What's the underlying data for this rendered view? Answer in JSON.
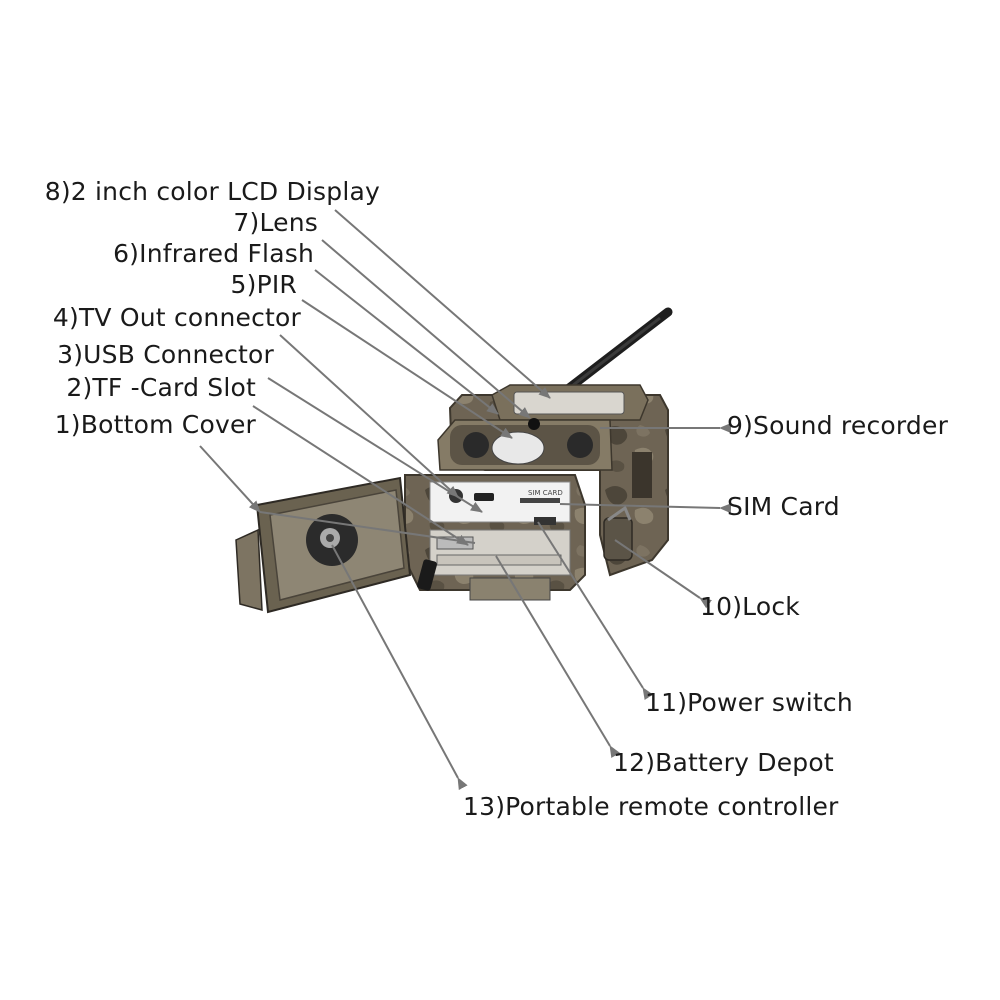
{
  "labels": {
    "lcd": "8)2 inch color LCD Display",
    "lens": "7)Lens",
    "ir_flash": "6)Infrared Flash",
    "pir": "5)PIR",
    "tv_out": "4)TV Out connector",
    "usb": "3)USB Connector",
    "tf_slot": "2)TF -Card Slot",
    "bottom_cover": "1)Bottom Cover",
    "sound": "9)Sound recorder",
    "sim": "SIM Card",
    "lock": "10)Lock",
    "power": "11)Power switch",
    "battery": "12)Battery Depot",
    "remote": "13)Portable remote controller"
  },
  "device_texts": {
    "sim_slot": "SIM CARD"
  },
  "colors": {
    "text": "#1a1a1a",
    "leader_line": "#777777",
    "camo_base": "#6e6454",
    "camo_dark": "#4d463a",
    "camo_light": "#8c826e",
    "inner_panel": "#f2f2f2"
  }
}
